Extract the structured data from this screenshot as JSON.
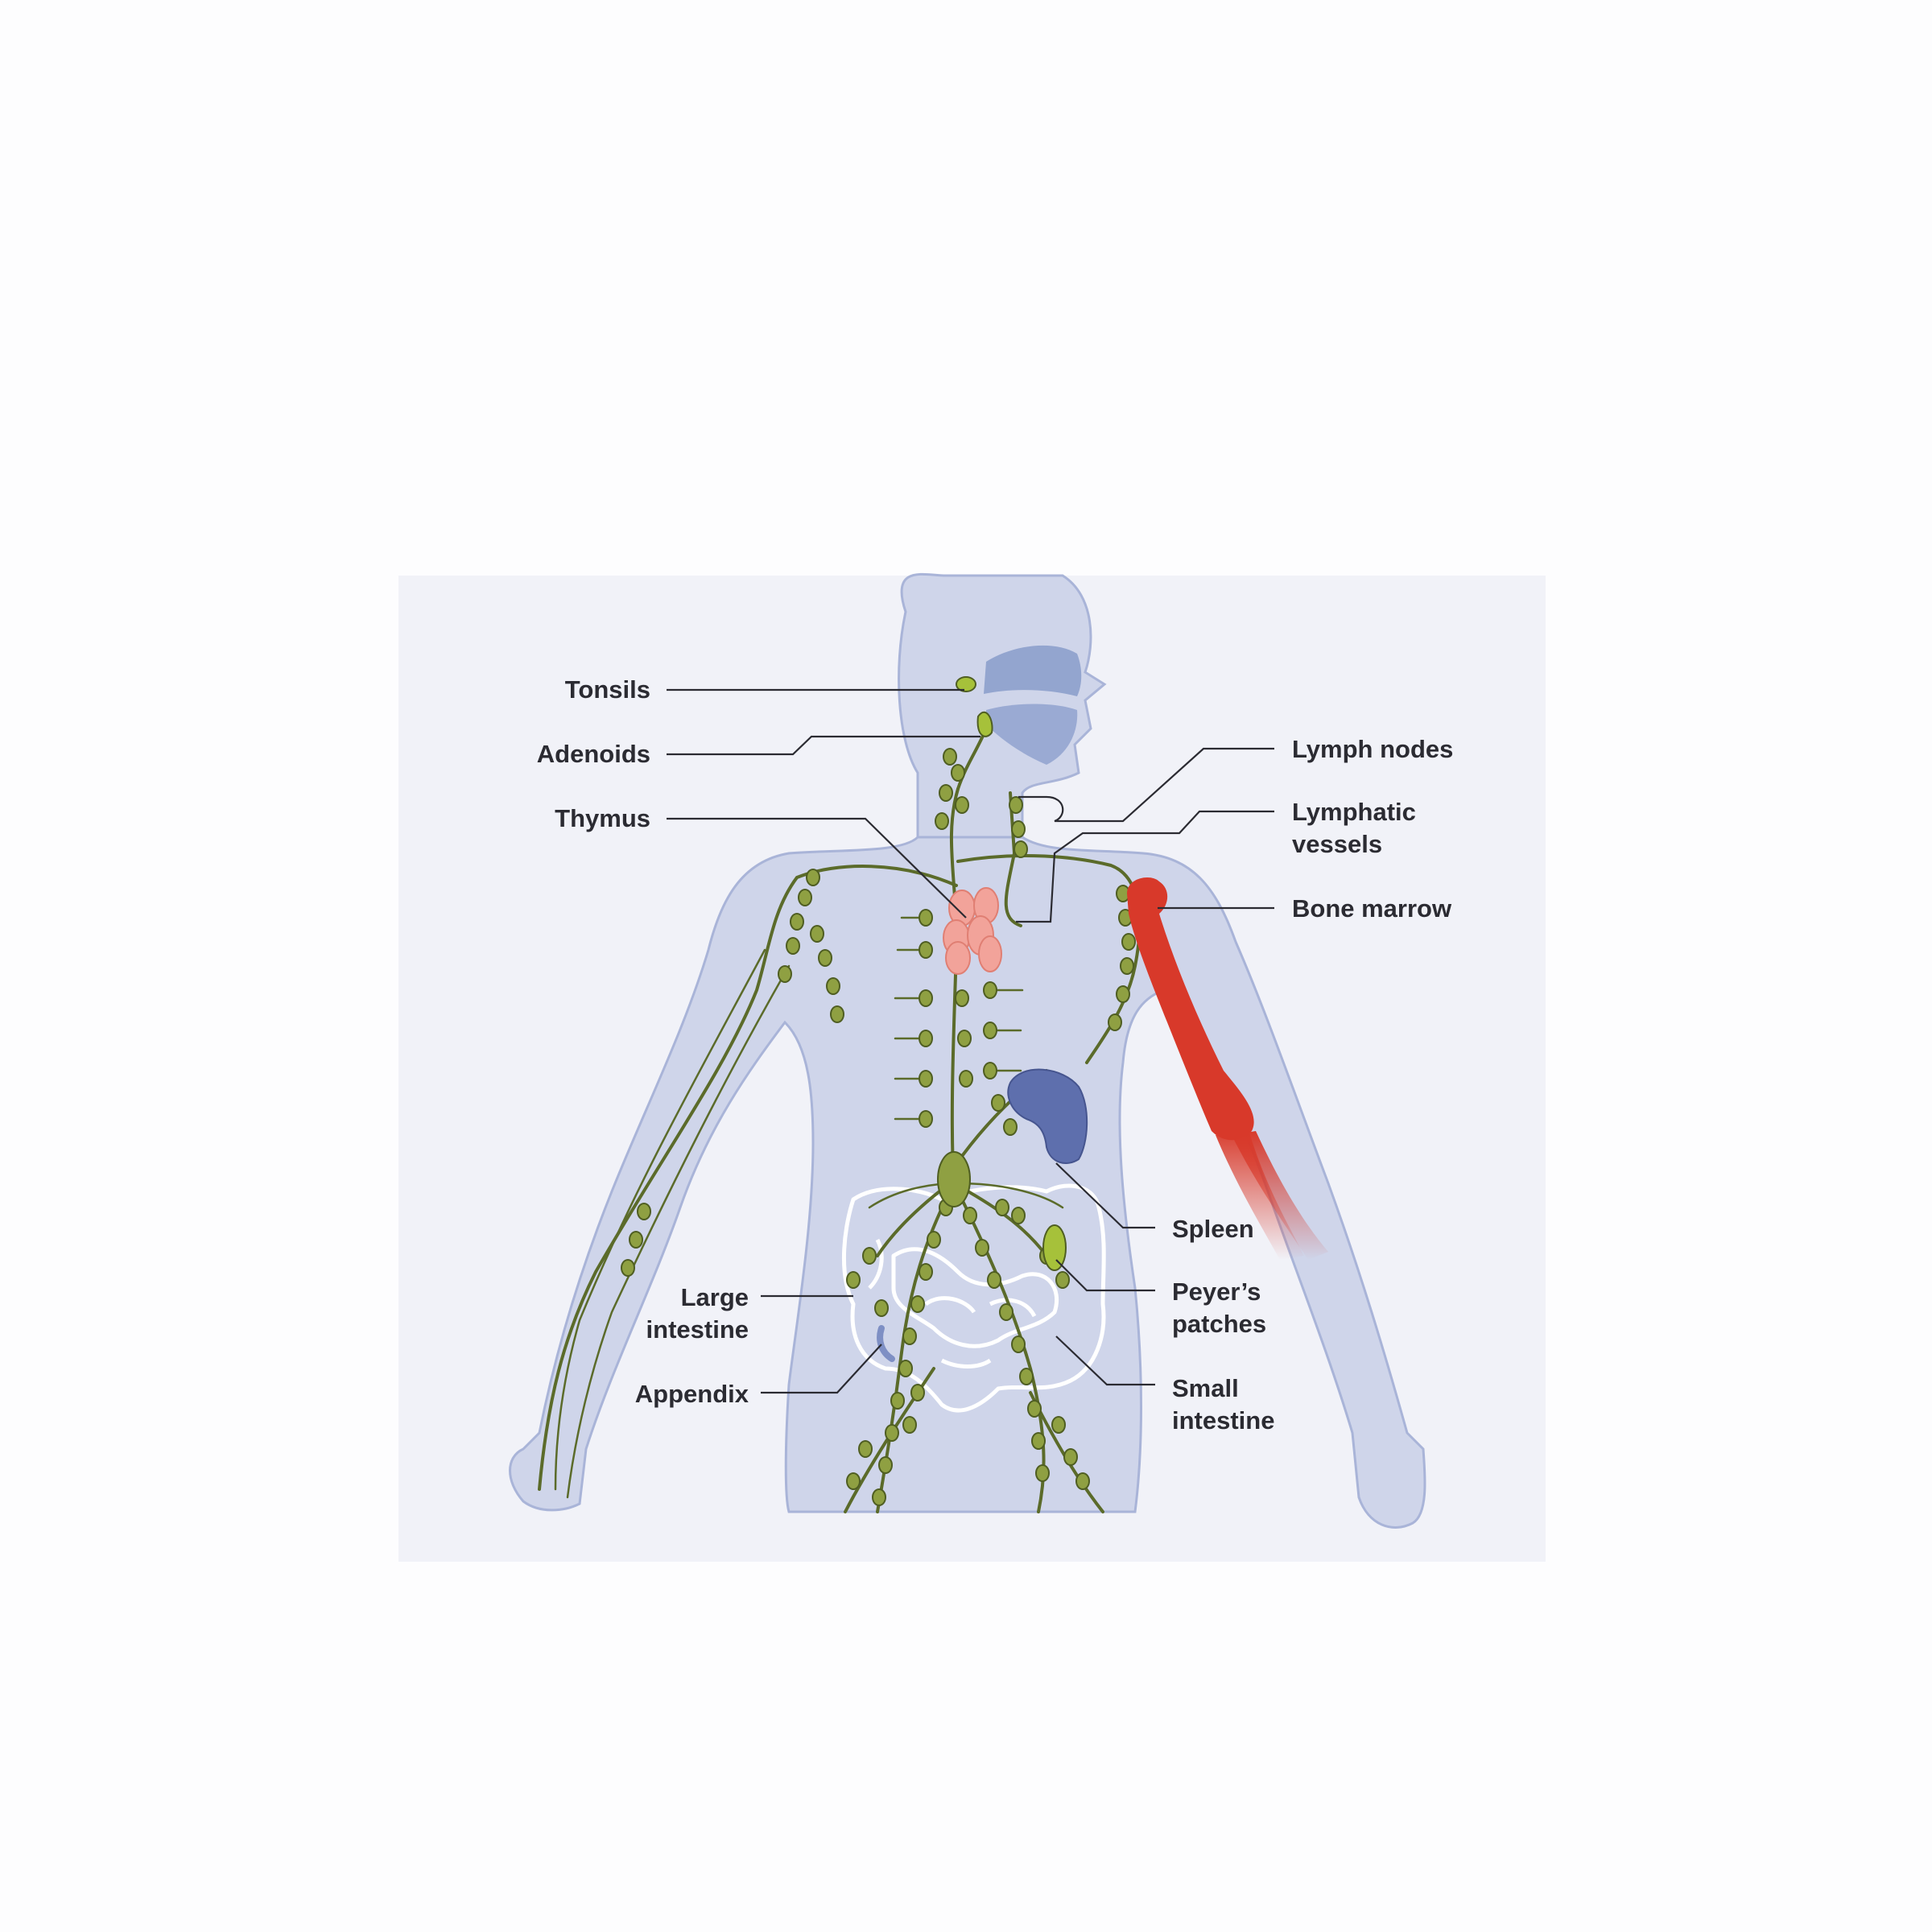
{
  "labels": {
    "tonsils": "Tonsils",
    "adenoids": "Adenoids",
    "thymus": "Thymus",
    "lymph_nodes": "Lymph nodes",
    "lymphatic_vessels": [
      "Lymphatic",
      "vessels"
    ],
    "bone_marrow": "Bone marrow",
    "spleen": "Spleen",
    "peyers_patches": [
      "Peyer’s",
      "patches"
    ],
    "small_intestine": [
      "Small",
      "intestine"
    ],
    "large_intestine": [
      "Large",
      "intestine"
    ],
    "appendix": "Appendix"
  },
  "colors": {
    "background_panel": "#f1f2f8",
    "body": "#cfd5ea",
    "body_outline": "#a9b4d8",
    "lymph_vessel": "#5b6b2a",
    "lymph_node": "#8fa042",
    "thymus": "#f2a39a",
    "spleen": "#5e6fad",
    "peyers_patches": "#a6c13a",
    "bone_marrow": "#d8392a",
    "intestine_outline": "#ffffff"
  }
}
